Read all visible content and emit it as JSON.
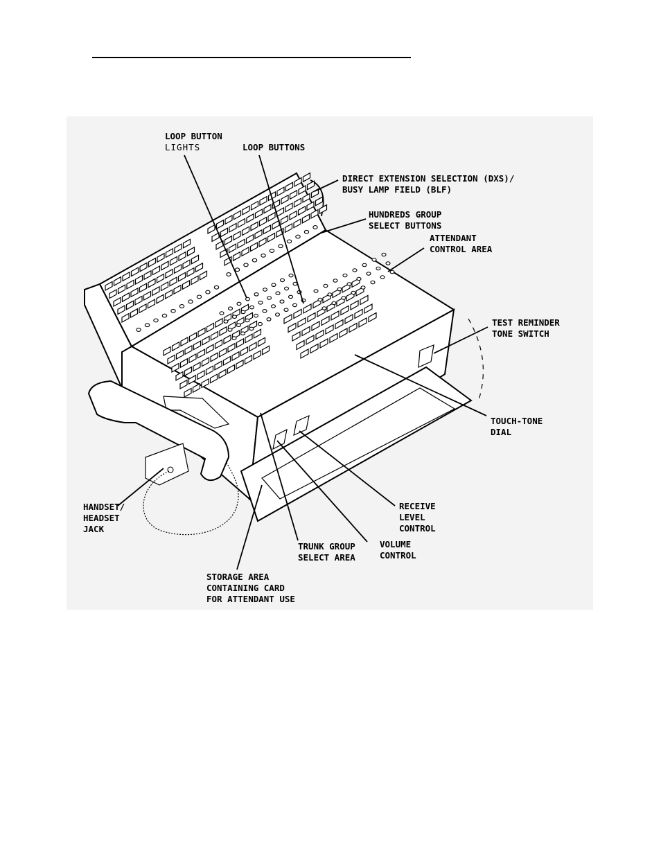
{
  "labels": {
    "loop_button_lights_1": "LOOP BUTTON",
    "loop_button_lights_2": "LIGHTS",
    "loop_buttons": "LOOP BUTTONS",
    "dxs_blf_1": "DIRECT EXTENSION SELECTION (DXS)/",
    "dxs_blf_2": "BUSY LAMP FIELD (BLF)",
    "hundreds_1": "HUNDREDS GROUP",
    "hundreds_2": "SELECT BUTTONS",
    "attendant_1": "ATTENDANT",
    "attendant_2": "CONTROL AREA",
    "test_reminder_1": "TEST REMINDER",
    "test_reminder_2": "TONE SWITCH",
    "touch_tone_1": "TOUCH-TONE",
    "touch_tone_2": "DIAL",
    "receive_1": "RECEIVE",
    "receive_2": "LEVEL",
    "receive_3": "CONTROL",
    "handset_1": "HANDSET/",
    "handset_2": "HEADSET",
    "handset_3": "JACK",
    "trunk_1": "TRUNK GROUP",
    "trunk_2": "SELECT AREA",
    "volume_1": "VOLUME",
    "volume_2": "CONTROL",
    "storage_1": "STORAGE AREA",
    "storage_2": "CONTAINING CARD",
    "storage_3": "FOR ATTENDANT USE"
  }
}
